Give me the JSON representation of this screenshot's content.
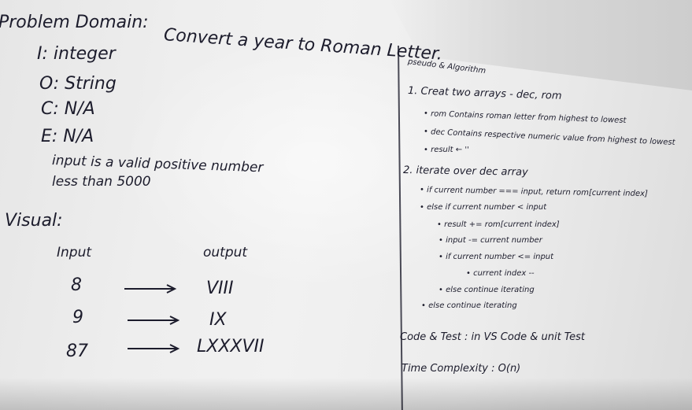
{
  "problem_domain": {
    "heading": "Problem Domain:",
    "title": "Convert a year to Roman Letter.",
    "i": "I: integer",
    "o": "O: String",
    "c": "C: N/A",
    "e": "E: N/A",
    "note1": "input is a valid positive number",
    "note2": "less than 5000"
  },
  "visual": {
    "heading": "Visual:",
    "input_header": "Input",
    "output_header": "output",
    "rows": [
      {
        "input": "8",
        "output": "VIII"
      },
      {
        "input": "9",
        "output": "IX"
      },
      {
        "input": "87",
        "output": "LXXXVII"
      }
    ]
  },
  "algorithm": {
    "heading": "pseudo & Algorithm",
    "step1": "1. Creat two arrays - dec, rom",
    "b1": "• rom Contains roman letter from highest to lowest",
    "b2": "• dec Contains respective numeric value from highest to lowest",
    "b3": "• result ← ''",
    "step2": "2. iterate over dec array",
    "c1": "• if current number === input, return rom[current index]",
    "c2": "• else if current number < input",
    "d1": "• result += rom[current index]",
    "d2": "• input -= current number",
    "d3": "• if current number <= input",
    "e1": "• current index --",
    "d4": "• else continue iterating",
    "c3": "• else continue iterating",
    "code_test": "Code & Test : in VS Code & unit Test",
    "complexity": "Time Complexity : O(n)"
  }
}
